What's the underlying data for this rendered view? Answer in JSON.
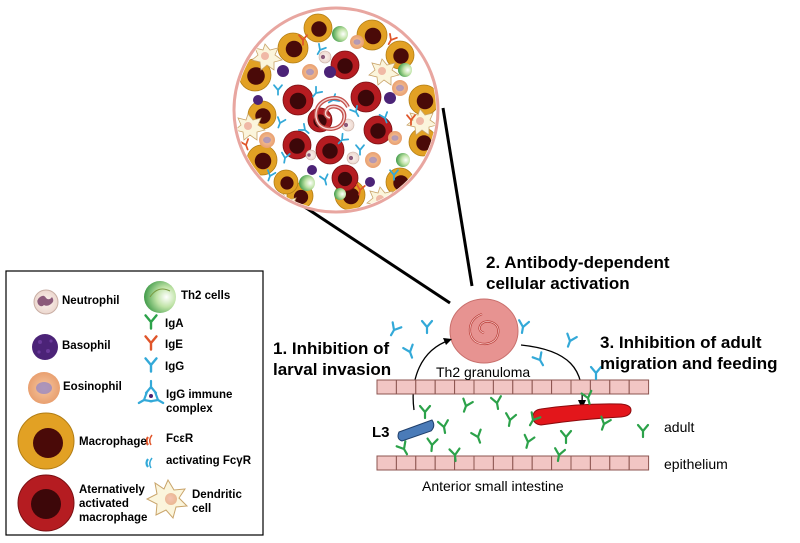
{
  "legend": {
    "neutrophil": "Neutrophil",
    "basophil": "Basophil",
    "eosinophil": "Eosinophil",
    "macrophage": "Macrophage",
    "alt_macrophage_lines": [
      "Aternatively",
      "activated",
      "macrophage"
    ],
    "th2_cells": "Th2 cells",
    "iga": "IgA",
    "ige": "IgE",
    "igg": "IgG",
    "igg_complex_lines": [
      "IgG immune",
      "complex"
    ],
    "fceR": "FcεR",
    "activating_fcgR": "activating FcγR",
    "dendritic_lines": [
      "Dendritic",
      "cell"
    ]
  },
  "labels": {
    "step2_lines": [
      "2. Antibody-dependent",
      "cellular activation"
    ],
    "step1_lines": [
      "1. Inhibition of",
      "larval invasion"
    ],
    "step3_lines": [
      "3. Inhibition of adult",
      "migration and feeding"
    ],
    "granuloma": "Th2 granuloma",
    "larva": "L3",
    "adult": "adult",
    "epithelium": "epithelium",
    "intestine": "Anterior small intestine"
  },
  "colors": {
    "macrophage_outer": "#e2a124",
    "macrophage_nucleus": "#4a0a08",
    "alt_macrophage": "#b51c21",
    "granuloma_fill": "#e79391",
    "circle_border": "#e8a6a0",
    "epithelium_fill": "#f2c6c4",
    "iga": "#2ca24a",
    "ige": "#e0552a",
    "igg": "#33a9d8",
    "adult_worm": "#e3161b",
    "larva": "#4a7bb8",
    "basophil": "#4b2377",
    "eosinophil": "#e8a47a",
    "th2": "#7fbf5e"
  }
}
